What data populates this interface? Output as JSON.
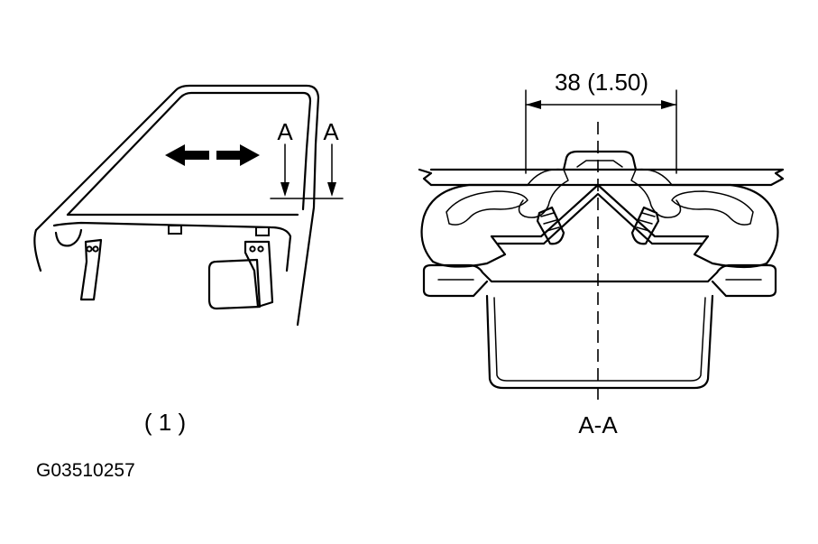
{
  "figure": {
    "left_view": {
      "section_label_1": "A",
      "section_label_2": "A",
      "caption": "( 1 )"
    },
    "right_view": {
      "dimension": "38 (1.50)",
      "section_caption": "A-A"
    },
    "figure_id": "G03510257"
  }
}
